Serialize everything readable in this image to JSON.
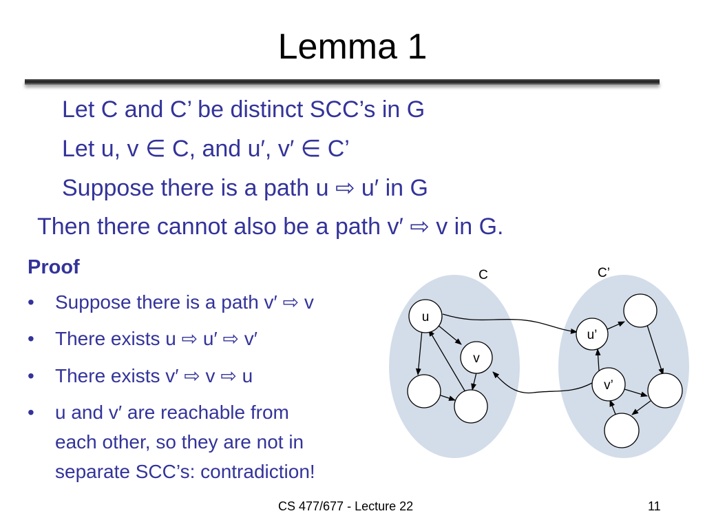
{
  "slide": {
    "title": "Lemma 1",
    "statement": [
      "Let C and C’ be distinct SCC’s in G",
      "Let u, v ∈ C, and u′, v′ ∈ C’",
      "Suppose there is a path u ⇨ u′ in G",
      "Then there cannot also be a path v′ ⇨ v in G."
    ],
    "proof_heading": "Proof",
    "bullet_symbol": "•",
    "bullets": [
      "Suppose there is a path v′ ⇨ v",
      "There exists u ⇨ u′ ⇨ v′",
      "There exists v′ ⇨ v ⇨ u",
      "u and v′ are reachable from",
      "each other, so they are not in",
      "separate SCC’s: contradiction!"
    ],
    "footer_center": "CS 477/677 - Lecture 22",
    "page_number": "11"
  },
  "diagram": {
    "component_left_label": "C",
    "component_right_label": "C’",
    "node_u": "u",
    "node_v": "v",
    "node_u_prime": "u’",
    "node_v_prime": "v’"
  },
  "colors": {
    "text_accent": "#33339a",
    "component_fill": "#d3dde9"
  }
}
